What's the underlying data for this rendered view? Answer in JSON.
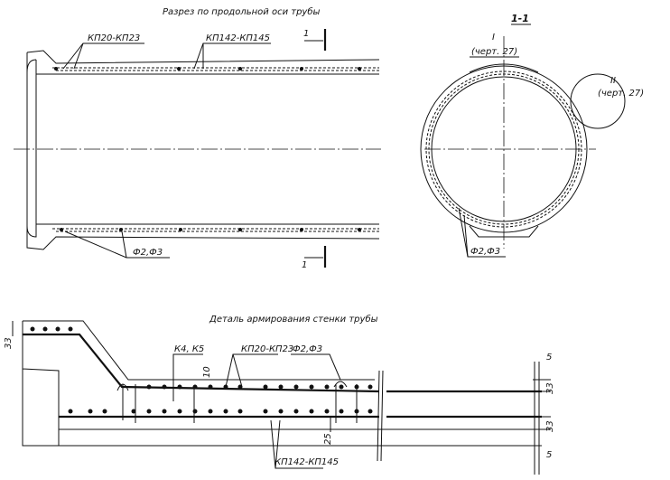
{
  "longitudinal_section": {
    "title": "Разрез по продольной оси трубы",
    "label_top_left": "КП20-КП23",
    "label_top_right": "КП142-КП145",
    "label_bottom": "Ф2,Ф3",
    "section_mark_top": "1",
    "section_mark_bottom": "1"
  },
  "cross_section": {
    "title": "1-1",
    "callout_1_num": "I",
    "callout_1_ref": "(черт. 27)",
    "callout_2_num": "II",
    "callout_2_ref": "(черт. 27)",
    "label_bottom": "Ф2,Ф3"
  },
  "wall_detail": {
    "title": "Деталь армирования стенки трубы",
    "label_k": "К4, К5",
    "label_kp_top": "КП20-КП23",
    "label_f": "Ф2,Ф3",
    "label_kp_bottom": "КП142-КП145",
    "dim_left": "33",
    "dim_10": "10",
    "dim_top_5": "5",
    "dim_upper_33": "33",
    "dim_lower_33": "33",
    "dim_25": "25",
    "dim_bottom_5": "5"
  }
}
